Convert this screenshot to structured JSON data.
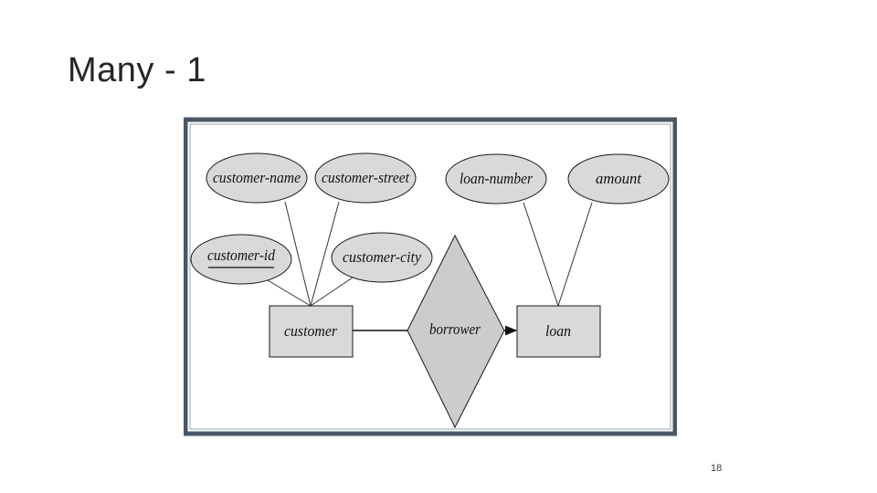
{
  "slide": {
    "title": "Many - 1",
    "page_number": "18"
  },
  "diagram": {
    "entities": [
      {
        "id": "customer",
        "label": "customer"
      },
      {
        "id": "loan",
        "label": "loan"
      }
    ],
    "relationships": [
      {
        "id": "borrower",
        "label": "borrower",
        "from": "customer",
        "to": "loan",
        "cardinality": "many-to-one"
      }
    ],
    "attributes": [
      {
        "id": "customer-name",
        "label": "customer-name",
        "entity": "customer",
        "key": false
      },
      {
        "id": "customer-street",
        "label": "customer-street",
        "entity": "customer",
        "key": false
      },
      {
        "id": "customer-id",
        "label": "customer-id",
        "entity": "customer",
        "key": true
      },
      {
        "id": "customer-city",
        "label": "customer-city",
        "entity": "customer",
        "key": false
      },
      {
        "id": "loan-number",
        "label": "loan-number",
        "entity": "loan",
        "key": false
      },
      {
        "id": "amount",
        "label": "amount",
        "entity": "loan",
        "key": false
      }
    ],
    "colors": {
      "frame": "#4a5866",
      "shape_fill": "#d9d9d9",
      "stroke": "#1a1a1a"
    }
  }
}
